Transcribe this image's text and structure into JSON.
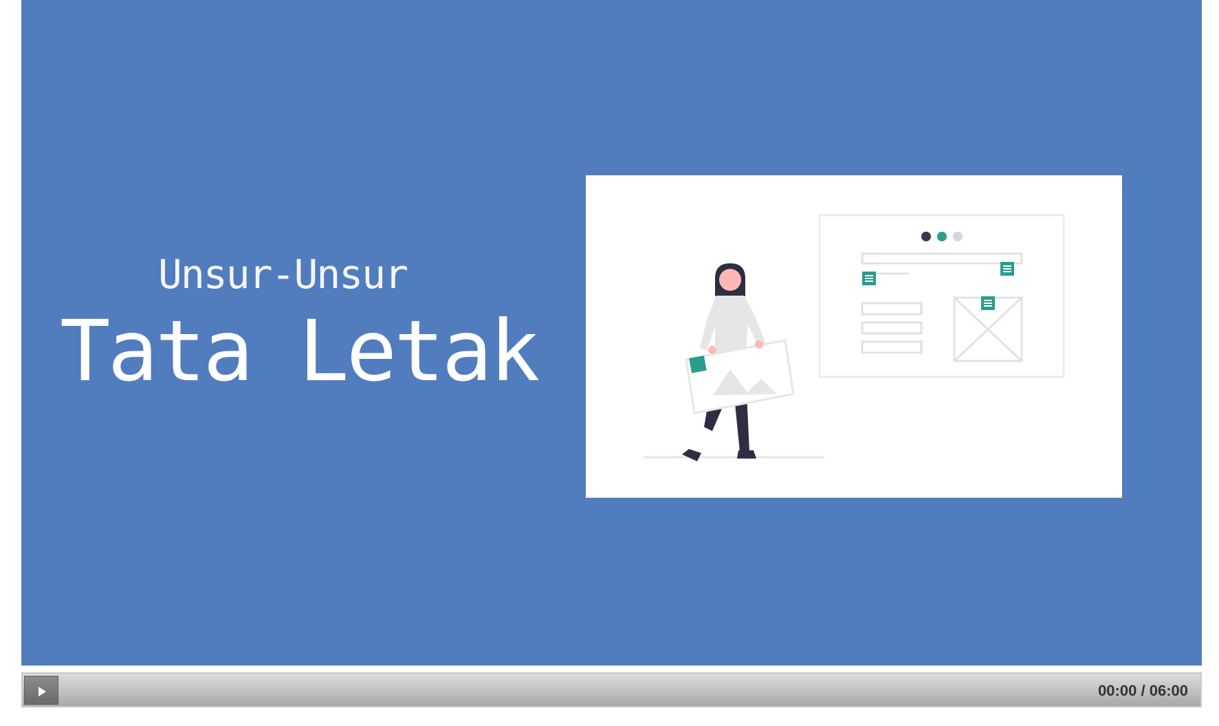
{
  "slide": {
    "subtitle": "Unsur-Unsur",
    "title": "Tata Letak",
    "background_color": "#517dbf"
  },
  "illustration": {
    "icon": "woman-carrying-image-layout-illustration",
    "accent_color": "#2a9d8f"
  },
  "controls": {
    "play_icon": "play-icon",
    "current_time": "00:00",
    "separator": "/",
    "duration": "06:00",
    "progress": 0
  }
}
